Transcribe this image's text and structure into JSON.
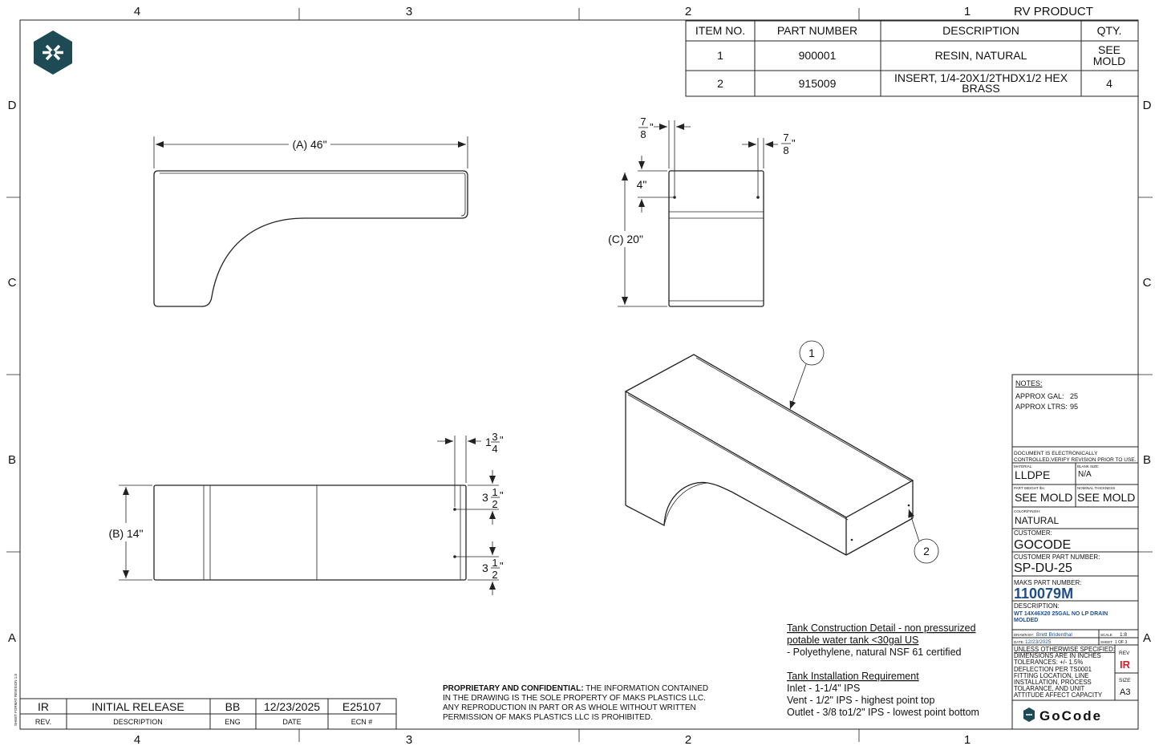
{
  "zones": {
    "cols": [
      "4",
      "3",
      "2",
      "1"
    ],
    "rows": [
      "D",
      "C",
      "B",
      "A"
    ]
  },
  "header": {
    "product": "RV PRODUCT"
  },
  "bom": {
    "headers": [
      "ITEM NO.",
      "PART NUMBER",
      "DESCRIPTION",
      "QTY."
    ],
    "rows": [
      {
        "item": "1",
        "part": "900001",
        "desc1": "RESIN, NATURAL",
        "desc2": "",
        "qty1": "SEE",
        "qty2": "MOLD"
      },
      {
        "item": "2",
        "part": "915009",
        "desc1": "INSERT, 1/4-20X1/2THDX1/2 HEX",
        "desc2": "BRASS",
        "qty1": "4",
        "qty2": ""
      }
    ]
  },
  "dimensions": {
    "a": "(A) 46\"",
    "b": "(B) 14\"",
    "c": "(C) 20\"",
    "four": "4\"",
    "seven_num": "7",
    "eight_den": "8",
    "inch": "\"",
    "one_whole": "1",
    "three_num": "3",
    "four_den": "4",
    "three_whole": "3",
    "one_num": "1",
    "two_den": "2"
  },
  "balloons": {
    "b1": "1",
    "b2": "2"
  },
  "notes_box": {
    "title": "NOTES:",
    "gal_label": "APPROX GAL:",
    "gal_value": "25",
    "ltrs_label": "APPROX LTRS:",
    "ltrs_value": "95"
  },
  "title_block": {
    "control_1": "DOCUMENT IS ELECTRONICALLY",
    "control_2": "CONTROLLED,VERIFY REVISION PRIOR TO USE.",
    "material_label": "MATERIAL:",
    "material": "LLDPE",
    "blank_label": "BLANK SIZE:",
    "blank": "N/A",
    "weight_label": "PART WEIGHT lbs:",
    "weight": "SEE MOLD",
    "thick_label": "NOMINAL THICKNESS",
    "thick": "SEE MOLD",
    "color_label": "COLOR/FINISH:",
    "color": "NATURAL",
    "customer_label": "CUSTOMER:",
    "customer": "GOCODE",
    "cpn_label": "CUSTOMER PART NUMBER:",
    "cpn": "SP-DU-25",
    "mpn_label": "MAKS PART NUMBER:",
    "mpn": "110079M",
    "desc_label": "DESCRIPTION:",
    "desc_1": "WT 14X46X20 25GAL NO LP DRAIN",
    "desc_2": "MOLDED",
    "drawn_label": "DRAWN BY:",
    "drawn": "Brett Bridenthal",
    "scale_label": "SCALE",
    "scale": "1:8",
    "date_label": "DATE:",
    "date": "12/23/2025",
    "sheet_label": "SHEET",
    "sheet": "1  OF  3",
    "unless": "UNLESS OTHERWISE SPECIFIED:",
    "spec_1": "DIMENSIONS ARE IN INCHES",
    "spec_2": "TOLERANCES: +/- 1.5%",
    "spec_3": "DEFLECTION PER TS0001",
    "spec_4": "FITTING LOCATION, LINE",
    "spec_5": "INSTALLATION, PROCESS",
    "spec_6": "TOLARANCE, AND UNIT",
    "spec_7": "ATTITUDE AFFECT CAPACITY",
    "rev_label": "REV",
    "rev": "IR",
    "size_label": "SIZE",
    "size": "A3",
    "logo_text": "GoCode"
  },
  "construction": {
    "title1": "Tank Construction Detail - non pressurized",
    "title2": "potable water tank <30gal US",
    "line1": "- Polyethylene, natural NSF 61 certified",
    "title3": "Tank Installation Requirement",
    "inlet": "Inlet -  1-1/4\" IPS",
    "vent": "Vent - 1/2\" IPS - highest point top",
    "outlet": "Outlet - 3/8 to1/2\" IPS - lowest point bottom"
  },
  "proprietary": {
    "bold": "PROPRIETARY AND CONFIDENTIAL:",
    "rest1": " THE INFORMATION CONTAINED",
    "line2": "IN THE DRAWING IS THE SOLE PROPERTY OF MAKS PLASTICS LLC.",
    "line3": "ANY REPRODUCTION IN PART OR AS WHOLE WITHOUT WRITTEN",
    "line4": "PERMISSION OF MAKS PLASTICS LLC IS PROHIBITED."
  },
  "revision": {
    "rev": "IR",
    "desc": "INITIAL RELEASE",
    "eng": "BB",
    "date": "12/23/2025",
    "ecn": "E25107",
    "h_rev": "REV.",
    "h_desc": "DESCRIPTION",
    "h_eng": "ENG",
    "h_date": "DATE",
    "h_ecn": "ECN #"
  },
  "side_note": "SHEET FORMAT REVISION 1.0",
  "colors": {
    "logo": "#1d4a55",
    "accent_blue": "#1f4e8c",
    "rev_red": "#d0202a"
  }
}
